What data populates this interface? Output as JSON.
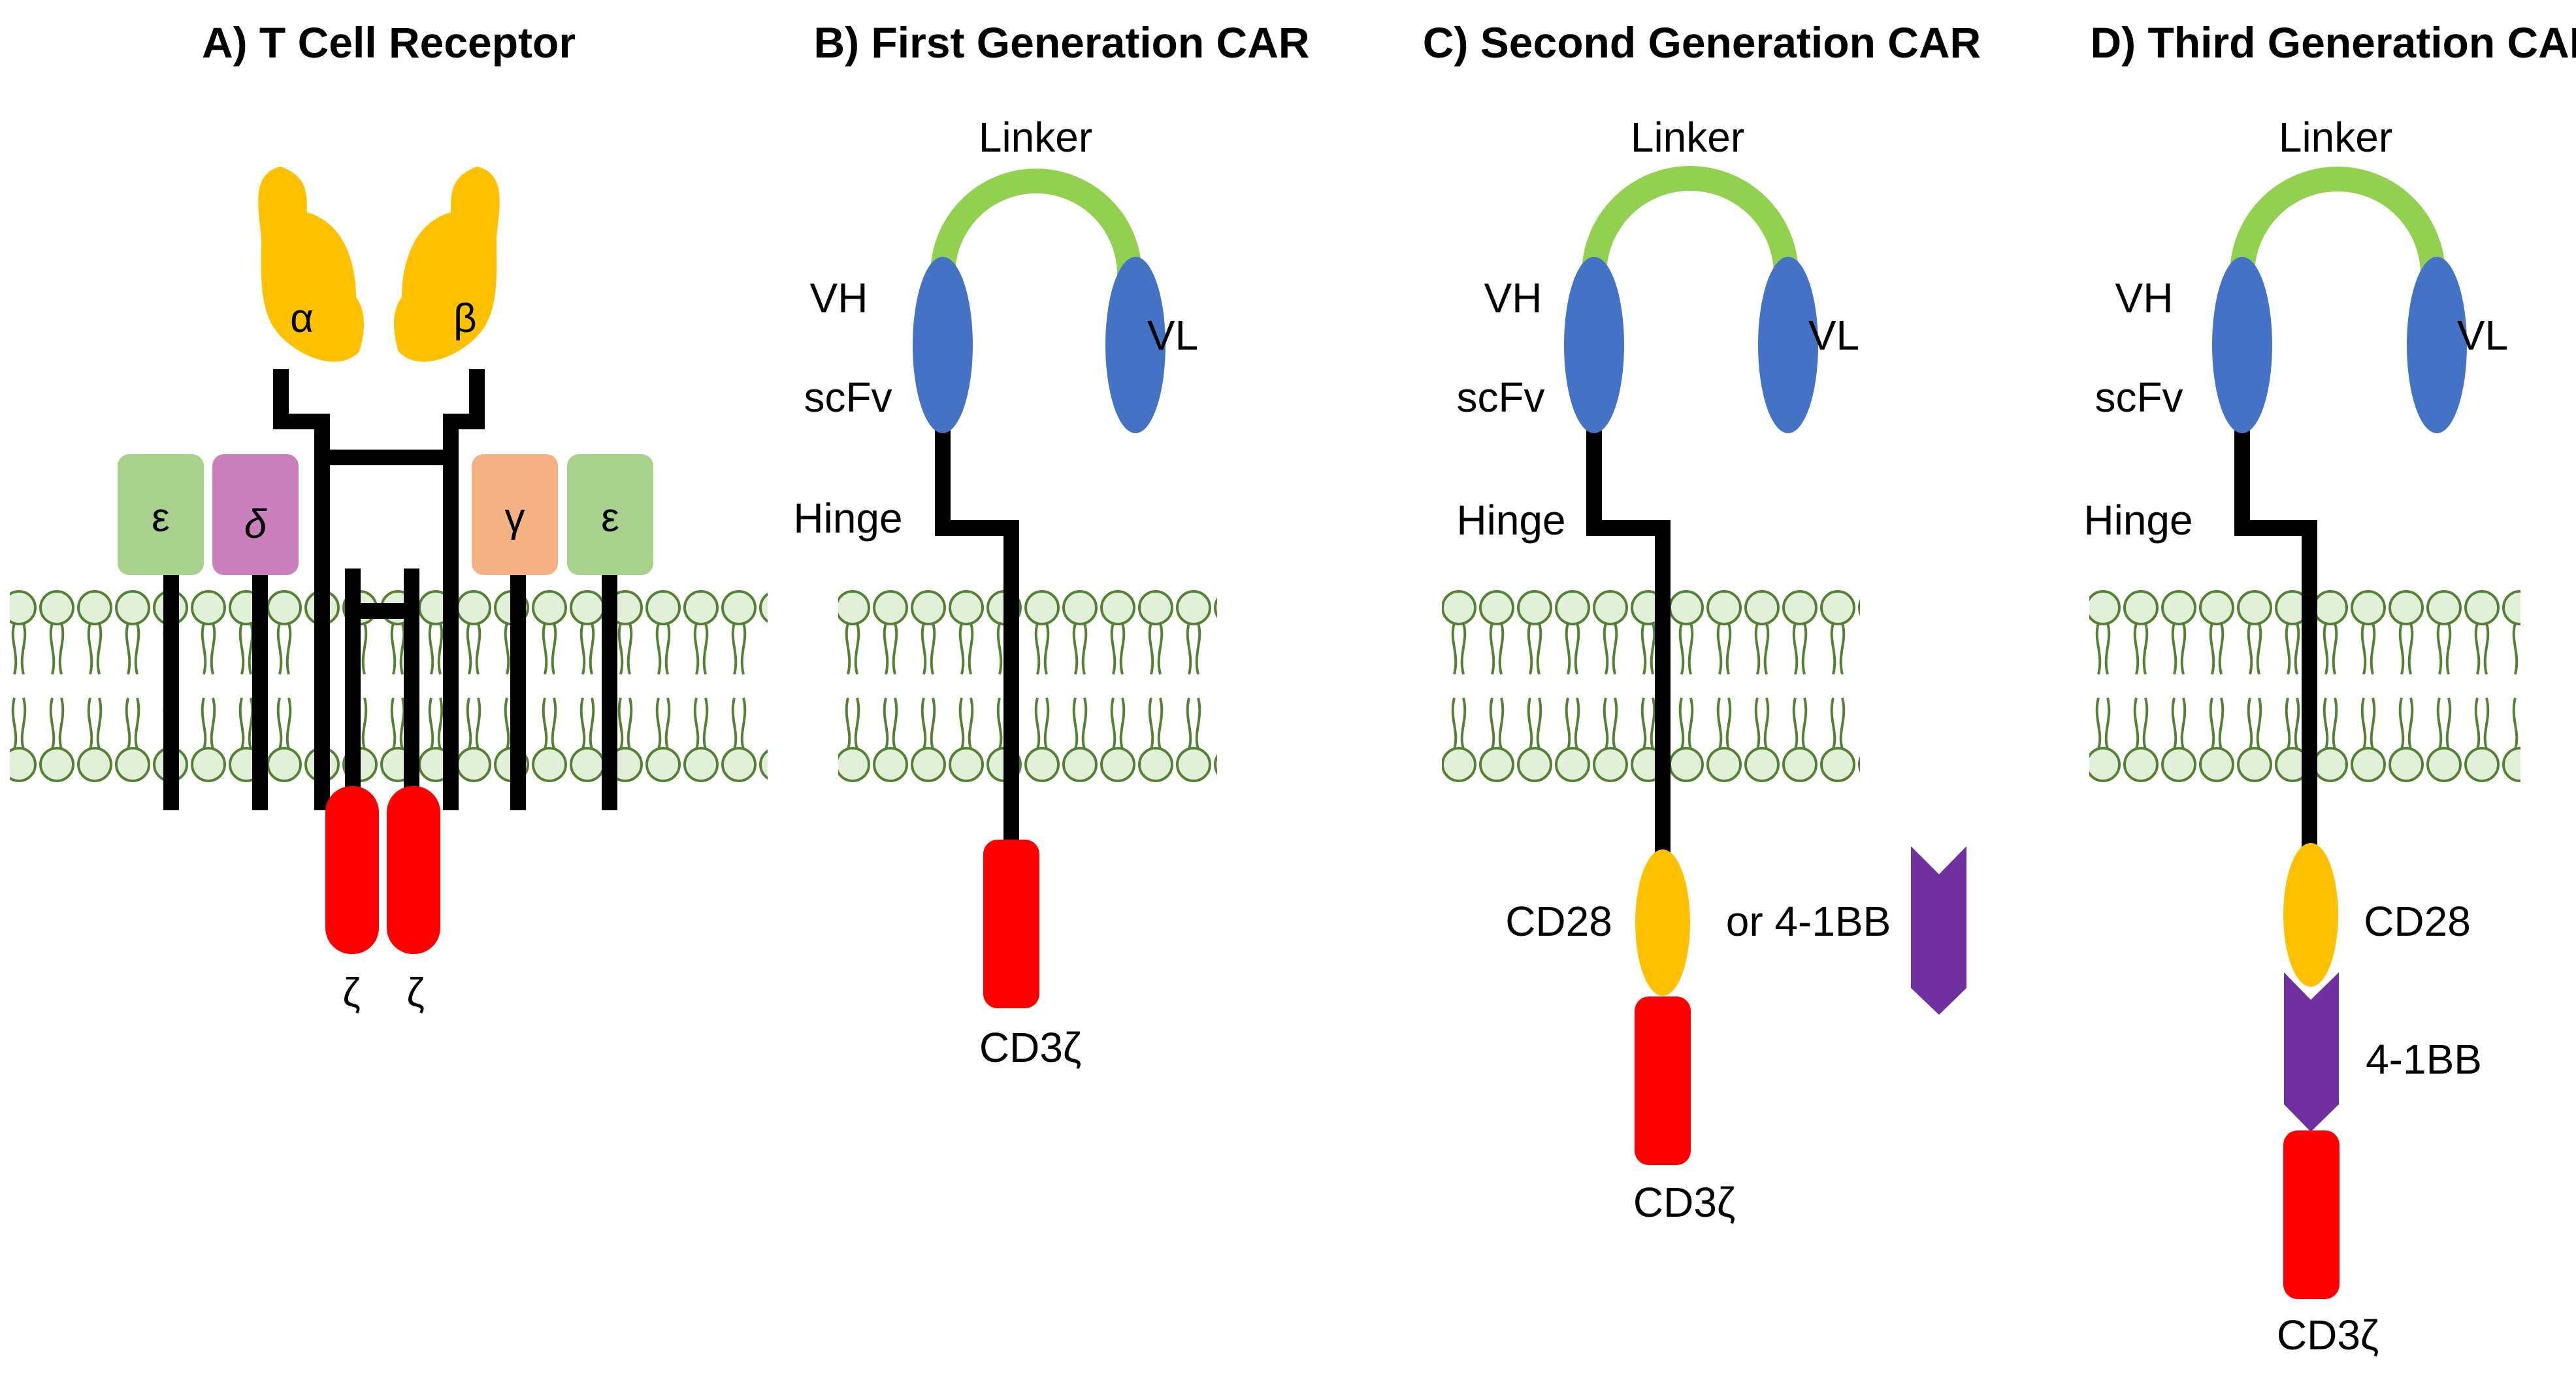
{
  "panels": [
    {
      "title": "A) T Cell Receptor",
      "chains": {
        "alpha": "α",
        "beta": "β",
        "epsilon_left": "ε",
        "delta": "δ",
        "gamma": "γ",
        "epsilon_right": "ε",
        "zeta_left": "ζ",
        "zeta_right": "ζ"
      }
    },
    {
      "title": "B) First Generation CAR",
      "labels": {
        "linker": "Linker",
        "vh": "VH",
        "vl": "VL",
        "scfv": "scFv",
        "hinge": "Hinge",
        "cd3z": "CD3ζ"
      }
    },
    {
      "title": "C) Second Generation CAR",
      "labels": {
        "linker": "Linker",
        "vh": "VH",
        "vl": "VL",
        "scfv": "scFv",
        "hinge": "Hinge",
        "cd28": "CD28",
        "or_41bb": "or 4-1BB",
        "cd3z": "CD3ζ"
      }
    },
    {
      "title": "D) Third Generation CAR",
      "labels": {
        "linker": "Linker",
        "vh": "VH",
        "vl": "VL",
        "scfv": "scFv",
        "hinge": "Hinge",
        "cd28": "CD28",
        "bb41": "4-1BB",
        "cd3z": "CD3ζ"
      }
    }
  ],
  "colors": {
    "tcr_chain": "#FFC000",
    "epsilon": "#A9D18E",
    "delta": "#C980BC",
    "gamma": "#F4B183",
    "zeta": "#FF0000",
    "linker": "#92D050",
    "variable": "#4472C4",
    "cd28": "#FFC000",
    "bb41": "#7030A0",
    "membrane_head": "#E2F0D9",
    "membrane_stroke": "#548235"
  }
}
